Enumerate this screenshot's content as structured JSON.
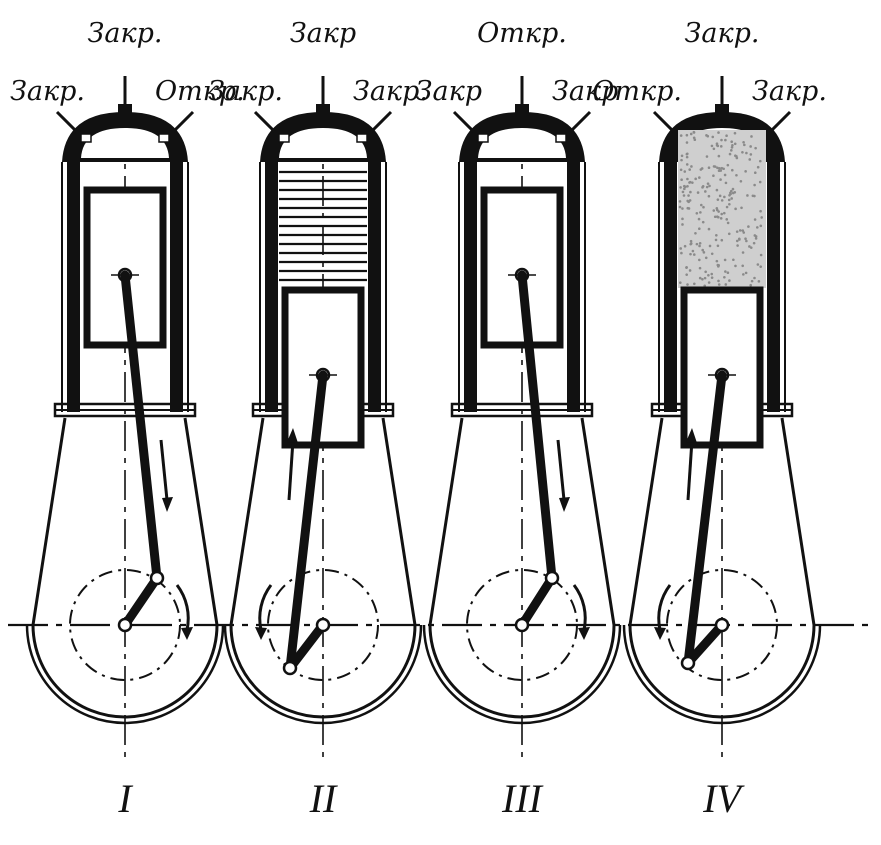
{
  "engines": [
    {
      "id": "I",
      "numeral": "I",
      "label_top": "Закр.",
      "label_left": "Закр.",
      "label_right": "Откр."
    },
    {
      "id": "II",
      "numeral": "II",
      "label_top": "Закр",
      "label_left": "Закр.",
      "label_right": "Закр."
    },
    {
      "id": "III",
      "numeral": "III",
      "label_top": "Откр.",
      "label_left": "Закр",
      "label_right": "Закр"
    },
    {
      "id": "IV",
      "numeral": "IV",
      "label_top": "Закр.",
      "label_left": "Откр.",
      "label_right": "Закр."
    }
  ],
  "stroke_fill": {
    "I": "none",
    "II": "compression",
    "III": "none",
    "IV": "burning"
  },
  "colors": {
    "ink": "#111111",
    "background": "#ffffff",
    "gas": "#8a8a8a"
  }
}
